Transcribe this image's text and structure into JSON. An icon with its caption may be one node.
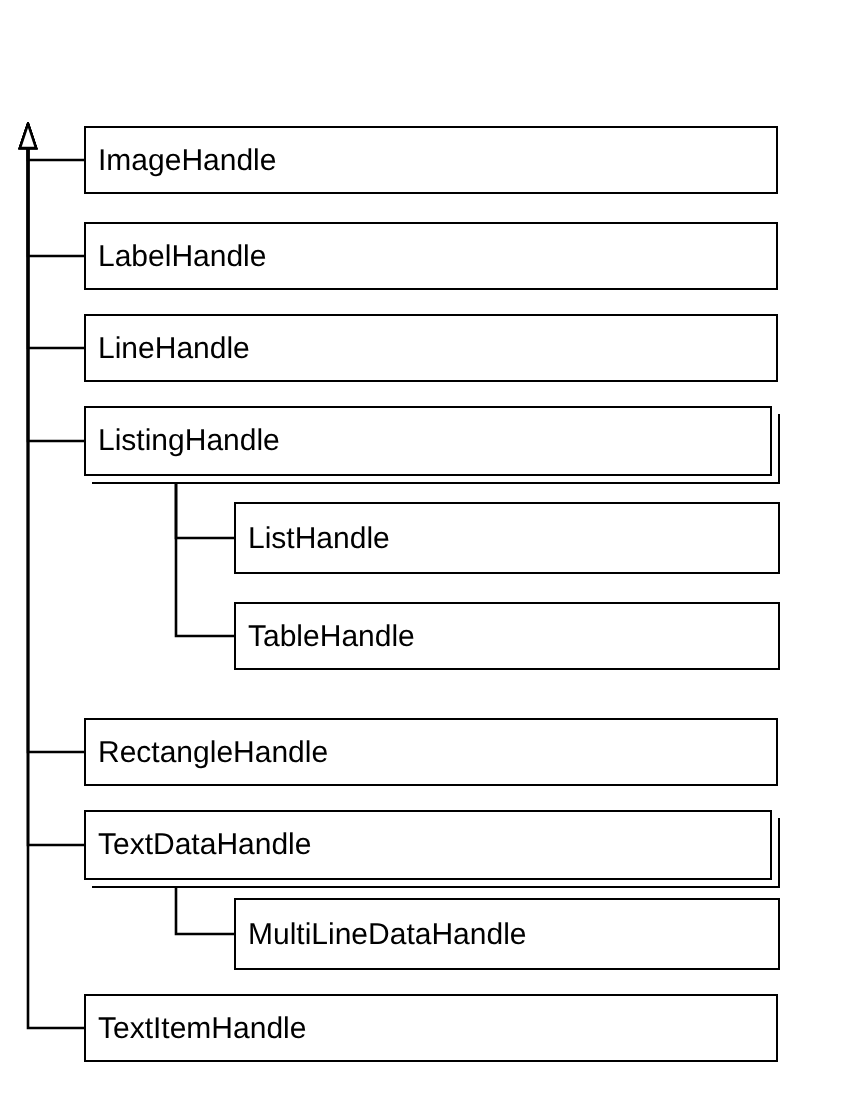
{
  "diagram": {
    "nodes": [
      {
        "text": [
          "ImageHandle"
        ]
      },
      {
        "text": [
          "LabelHandle"
        ]
      },
      {
        "text": [
          "LineHandle"
        ]
      },
      {
        "text": [
          "ListingHandle"
        ]
      },
      {
        "text": [
          "ListHandle"
        ]
      },
      {
        "text": [
          "TableHandle"
        ]
      },
      {
        "text": [
          "RectangleHandle"
        ]
      },
      {
        "text": [
          "TextDataHandle"
        ]
      },
      {
        "text": [
          "MultiLineDataHandle"
        ]
      },
      {
        "text": [
          "TextItemHandle"
        ]
      }
    ],
    "edges": [
      {
        "from": 0,
        "to": null,
        "arrow": "to"
      },
      {
        "from": 1,
        "to": null,
        "arrow": "to"
      },
      {
        "from": 2,
        "to": null,
        "arrow": "to"
      },
      {
        "from": 3,
        "to": null,
        "arrow": "to"
      },
      {
        "from": 4,
        "to": 3,
        "arrow": "none"
      },
      {
        "from": 5,
        "to": 3,
        "arrow": "none"
      },
      {
        "from": 6,
        "to": null,
        "arrow": "to"
      },
      {
        "from": 7,
        "to": null,
        "arrow": "to"
      },
      {
        "from": 8,
        "to": 7,
        "arrow": "none"
      },
      {
        "from": 9,
        "to": null,
        "arrow": "to"
      }
    ]
  }
}
